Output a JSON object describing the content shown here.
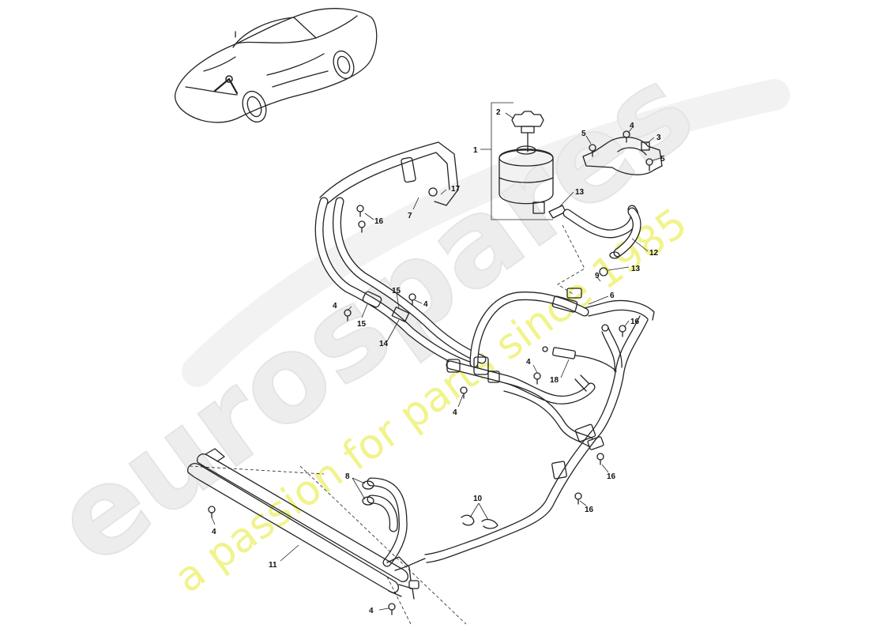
{
  "watermark": {
    "brand": "eurospares",
    "slogan": "a passion for parts since 1985",
    "brand_color": "#e8e8e8",
    "slogan_color": "#eef07a"
  },
  "callouts": [
    "1",
    "2",
    "3",
    "4",
    "5",
    "5",
    "4",
    "13",
    "17",
    "7",
    "16",
    "16",
    "12",
    "13",
    "9",
    "6",
    "15",
    "4",
    "4",
    "15",
    "14",
    "16",
    "4",
    "18",
    "4",
    "16",
    "16",
    "8",
    "10",
    "4",
    "11",
    "4"
  ]
}
